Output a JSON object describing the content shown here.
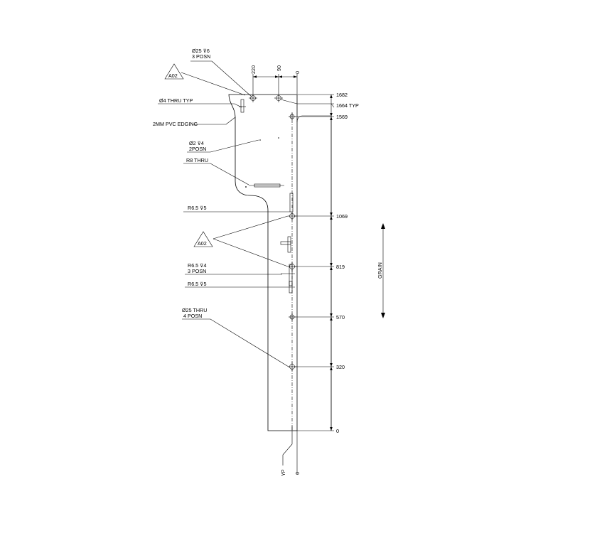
{
  "vertical_dimensions": {
    "top": "1682",
    "typ": "1664 TYP",
    "d1569": "1569",
    "d1069": "1069",
    "d819": "819",
    "d570": "570",
    "d320": "320",
    "zero": "0"
  },
  "horizontal_dimensions": {
    "d220": "220",
    "d90": "90",
    "zero_top": "0",
    "zero_bottom": "0",
    "yp": "YP"
  },
  "callouts": {
    "hole_25_depth6": [
      "Ø25 ⊽6",
      "3 POSN"
    ],
    "thru_4_typ": "Ø4 THRU TYP",
    "pvc_edging": "2MM PVC EDGING",
    "hole_2_depth4": [
      "Ø2 ⊽4",
      "2POSN"
    ],
    "r8_thru": "R8 THRU",
    "r65_depth5_a": "R6.5 ⊽5",
    "r65_depth4": [
      "R6.5 ⊽4",
      "3 POSN"
    ],
    "r65_depth5_b": "R6.5 ⊽5",
    "hole_25_thru": [
      "Ø25 THRU",
      "4 POSN"
    ]
  },
  "revision_tags": [
    "A02",
    "A02"
  ],
  "grain_label": "GRAIN"
}
